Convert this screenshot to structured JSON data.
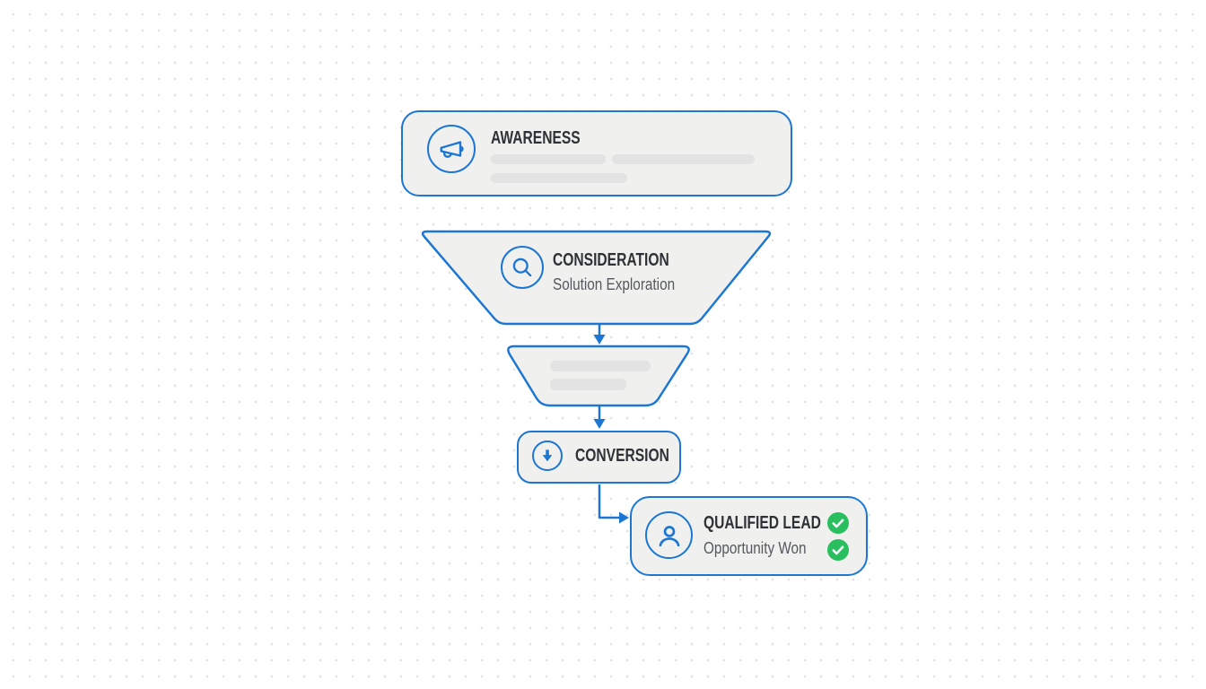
{
  "funnel": {
    "awareness": {
      "title": "AWARENESS",
      "icon": "megaphone-icon",
      "placeholder_bars": 3
    },
    "consideration": {
      "title": "CONSIDERATION",
      "subtitle": "Solution Exploration",
      "icon": "magnifier-icon"
    },
    "placeholder_stage": {
      "placeholder_bars": 2
    },
    "conversion": {
      "title": "CONVERSION",
      "icon": "arrow-down-icon"
    },
    "qualified_lead": {
      "title": "QUALIFIED LEAD",
      "subtitle": "Opportunity Won",
      "icon": "user-icon",
      "status_checks": 2
    }
  },
  "colors": {
    "accent_blue": "#1b76d4",
    "node_fill": "#f0f0ee",
    "placeholder_bar": "#e3e3e3",
    "title_text": "#2e3135",
    "subtitle_text": "#55585e",
    "success_green": "#29bf5f",
    "grid_dot": "#e2e2e2"
  }
}
